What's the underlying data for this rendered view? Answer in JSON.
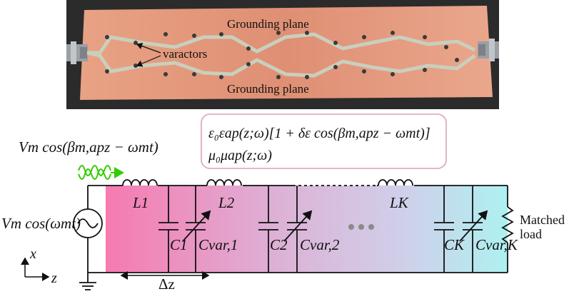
{
  "photo": {
    "top_label": "Grounding plane",
    "bottom_label": "Grounding plane",
    "varactor_label": "varactors"
  },
  "formula_box": {
    "line1": "ε₀εap(z;ω)[1 + δε cos(βm,apz − ωmt)]",
    "line2": "μ₀μap(z;ω)"
  },
  "modulation_source": {
    "label": "Vm cos(βm,apz − ωmt)",
    "wave_color": "#33cc00"
  },
  "signal_source": {
    "label": "Vm cos(ωmt)"
  },
  "inductors": {
    "l1": "L1",
    "l2": "L2",
    "lk": "LK"
  },
  "capacitors": {
    "c1": "C1",
    "cvar1": "Cvar,1",
    "c2": "C2",
    "cvar2": "Cvar,2",
    "ck": "CK",
    "cvark": "Cvar,K"
  },
  "load": {
    "line1": "Matched",
    "line2": "load"
  },
  "axes": {
    "x": "x",
    "z": "z"
  },
  "spacing": {
    "label": "Δz"
  },
  "colors": {
    "gradient_start": "#f67ab0",
    "gradient_mid": "#d6c2e6",
    "gradient_end": "#aef1f1",
    "pcb": "#e6957c",
    "trace": "#c9cfbd",
    "formula_border": "#d9a3ad"
  }
}
